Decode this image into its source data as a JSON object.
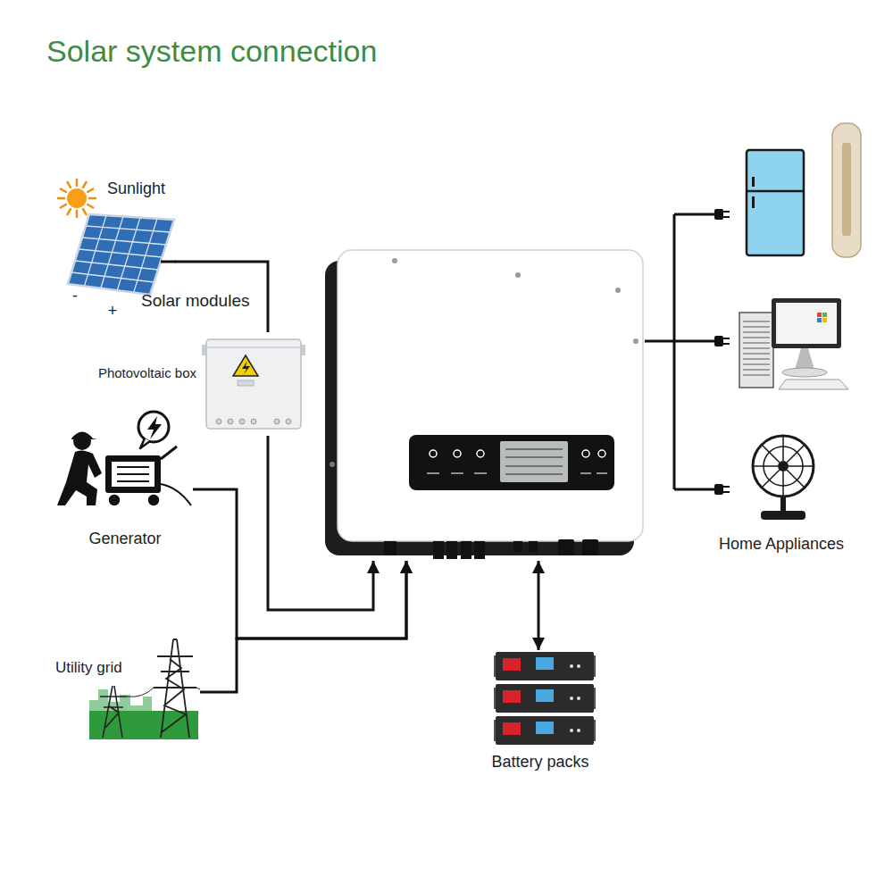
{
  "diagram": {
    "title": "Solar system connection",
    "nodes": [
      {
        "text": [
          "Solar modules"
        ]
      },
      {
        "text": [
          "Photovoltaic box"
        ]
      },
      {
        "text": [
          "Generator"
        ]
      },
      {
        "text": [
          "Utility grid"
        ]
      },
      {
        "text": []
      },
      {
        "text": [
          "Battery packs"
        ]
      },
      {
        "text": [
          "Home Appliances"
        ]
      }
    ],
    "edges": [
      {
        "from": 0,
        "to": 1,
        "arrow": "none"
      },
      {
        "from": 1,
        "to": 4,
        "arrow": "to"
      },
      {
        "from": 2,
        "to": 4,
        "arrow": "to"
      },
      {
        "from": 3,
        "to": 4,
        "arrow": "to"
      },
      {
        "from": 4,
        "to": 5,
        "arrow": "both"
      },
      {
        "from": 4,
        "to": 6,
        "arrow": "none"
      }
    ],
    "labels": [
      "Sunlight",
      "-",
      "+"
    ]
  }
}
